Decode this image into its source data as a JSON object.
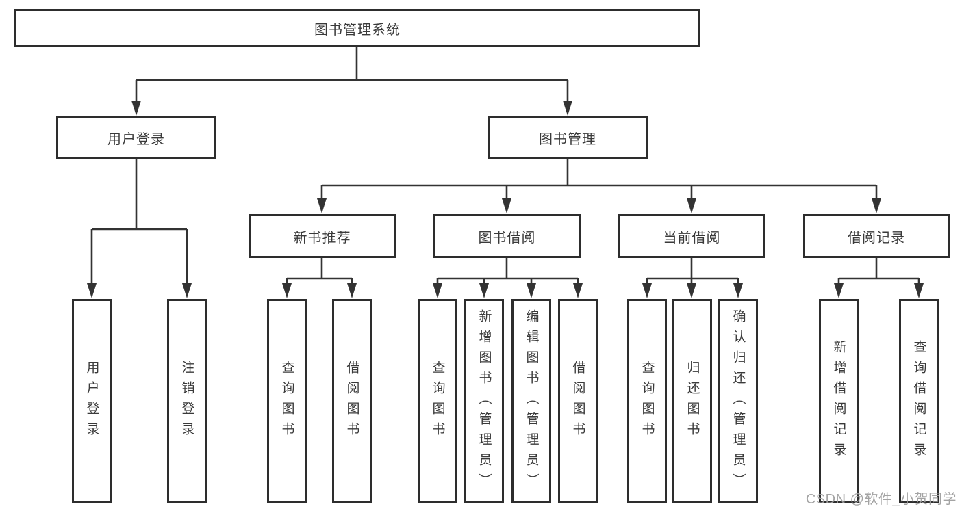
{
  "diagram": {
    "colors": {
      "line": "#333333",
      "border": "#2d2d2d",
      "box_bg": "#ffffff",
      "text": "#3a3a3a",
      "watermark": "#9e9e9e"
    },
    "watermark": "CSDN @软件_小贺同学",
    "nodes": {
      "root": {
        "label": "图书管理系统"
      },
      "user_login": {
        "label": "用户登录"
      },
      "book_mgmt": {
        "label": "图书管理"
      },
      "new_book_rec": {
        "label": "新书推荐"
      },
      "book_borrow": {
        "label": "图书借阅"
      },
      "current_borrow": {
        "label": "当前借阅"
      },
      "borrow_records": {
        "label": "借阅记录"
      },
      "leaf_user_login": {
        "label": "用户登录"
      },
      "leaf_logout": {
        "label": "注销登录"
      },
      "leaf_query_books_1": {
        "label": "查询图书"
      },
      "leaf_borrow_books_1": {
        "label": "借阅图书"
      },
      "leaf_query_books_2": {
        "label": "查询图书"
      },
      "leaf_add_books": {
        "label": "新增图书（管理员）"
      },
      "leaf_edit_books": {
        "label": "编辑图书（管理员）"
      },
      "leaf_borrow_books_2": {
        "label": "借阅图书"
      },
      "leaf_query_books_3": {
        "label": "查询图书"
      },
      "leaf_return_books": {
        "label": "归还图书"
      },
      "leaf_confirm_return": {
        "label": "确认归还（管理员）"
      },
      "leaf_add_borrow_record": {
        "label": "新增借阅记录"
      },
      "leaf_query_borrow_record": {
        "label": "查询借阅记录"
      }
    }
  }
}
